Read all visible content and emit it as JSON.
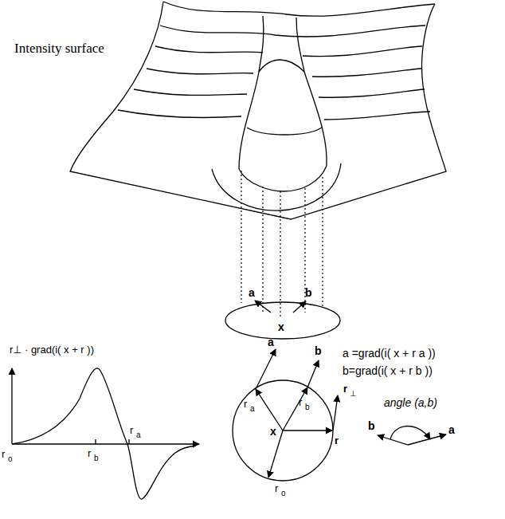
{
  "diagram": {
    "labels": [
      "Intensity surface",
      "a",
      "b",
      "x",
      "a =grad(i( x + r a ))",
      "b=grad(i( x + r b ))",
      "r⊥ · grad(i( x + r ))",
      "r",
      "o",
      "r",
      "b",
      "r",
      "a",
      "a",
      "b",
      "r",
      "a",
      "r",
      "b",
      "x",
      "r",
      "r",
      "⊥",
      "r",
      "o",
      "angle (a,b)",
      "b",
      "a"
    ]
  }
}
